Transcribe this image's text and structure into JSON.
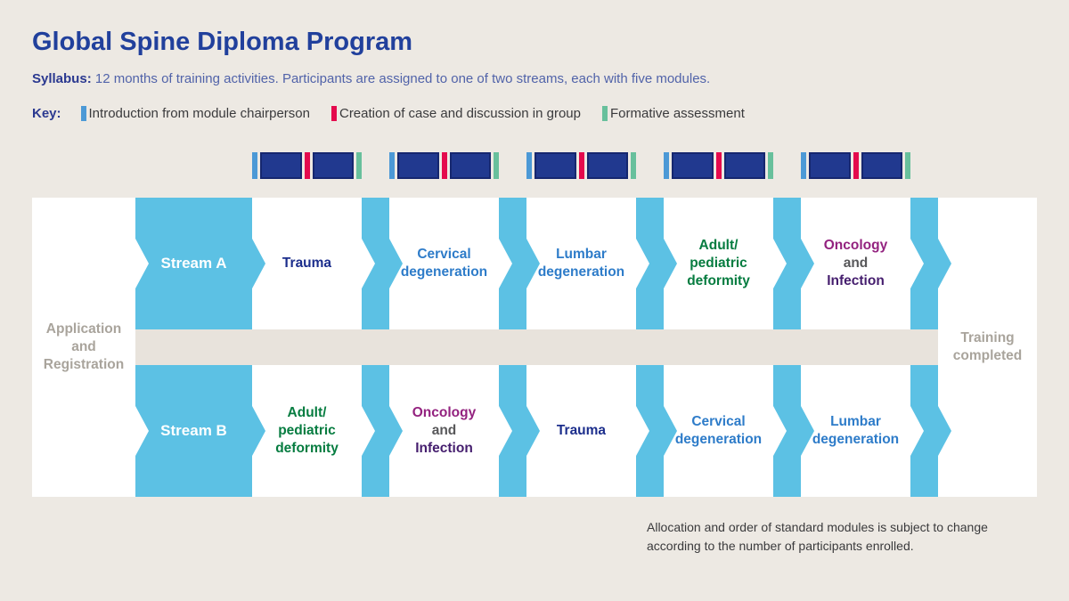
{
  "title": "Global Spine Diploma Program",
  "syllabus": {
    "label": "Syllabus:",
    "text": "12 months of training activities. Participants are assigned to one of two streams, each with five modules."
  },
  "key": {
    "label": "Key:",
    "items": [
      {
        "label": "Introduction from module chairperson",
        "color": "#4C99D6"
      },
      {
        "label": "Creation of case and discussion in group",
        "color": "#E40A4D"
      },
      {
        "label": "Formative assessment",
        "color": "#68C09C"
      }
    ]
  },
  "module_ribbon": {
    "navy": "#21398F",
    "stripe_blue": "#4C99D6",
    "stripe_red": "#E40A4D",
    "stripe_green": "#68C09C"
  },
  "flow": {
    "arrow_color": "#5CC1E4",
    "start_label": "Application\nand\nRegistration",
    "end_label": "Training\ncompleted",
    "streams": [
      {
        "name": "Stream A",
        "modules": [
          {
            "label": "Trauma",
            "color": "#1C2E8C"
          },
          {
            "label": "Cervical\ndegeneration",
            "color": "#2E7CC9"
          },
          {
            "label": "Lumbar\ndegeneration",
            "color": "#2E7CC9"
          },
          {
            "label": "Adult/\npediatric\ndeformity",
            "color": "#067C40"
          },
          {
            "parts": [
              {
                "text": "Oncology",
                "color": "#93227F"
              },
              {
                "text": "and",
                "color": "#58585A"
              },
              {
                "text": "Infection",
                "color": "#451E6E"
              }
            ]
          }
        ]
      },
      {
        "name": "Stream B",
        "modules": [
          {
            "label": "Adult/\npediatric\ndeformity",
            "color": "#067C40"
          },
          {
            "parts": [
              {
                "text": "Oncology",
                "color": "#93227F"
              },
              {
                "text": "and",
                "color": "#58585A"
              },
              {
                "text": "Infection",
                "color": "#451E6E"
              }
            ]
          },
          {
            "label": "Trauma",
            "color": "#1C2E8C"
          },
          {
            "label": "Cervical\ndegeneration",
            "color": "#2E7CC9"
          },
          {
            "label": "Lumbar\ndegeneration",
            "color": "#2E7CC9"
          }
        ]
      }
    ]
  },
  "footnote": "Allocation and order of standard modules is subject to change\naccording to the number of participants enrolled."
}
